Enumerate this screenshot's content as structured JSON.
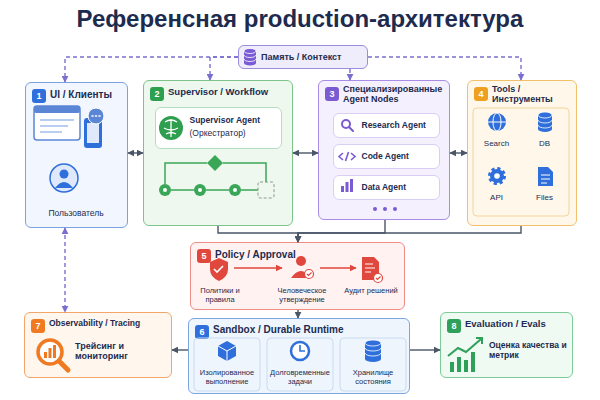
{
  "diagram": {
    "title": "Референсная production-архитектура",
    "nodes": [
      {
        "text": [
          "Память / Контекст"
        ]
      },
      {
        "text": [
          "1",
          "UI / Клиенты",
          "Пользователь"
        ]
      },
      {
        "text": [
          "2",
          "Supervisor / Workflow"
        ]
      },
      {
        "text": [
          "Supervisor Agent",
          "(Оркестратор)"
        ],
        "in": 2
      },
      {
        "text": [
          "3",
          "Специализированные Agent Nodes"
        ]
      },
      {
        "text": [
          "Research Agent"
        ],
        "in": 4
      },
      {
        "text": [
          "Code Agent"
        ],
        "in": 4
      },
      {
        "text": [
          "Data Agent"
        ],
        "in": 4
      },
      {
        "text": [
          "4",
          "Tools / Инструменты",
          "Search",
          "DB",
          "API",
          "Files"
        ]
      },
      {
        "text": [
          "5",
          "Policy / Approval",
          "Политики и правила",
          "Человеческое утверждение",
          "Аудит решений"
        ]
      },
      {
        "text": [
          "7",
          "Observability / Tracing",
          "Трейсинг и мониторинг"
        ]
      },
      {
        "text": [
          "6",
          "Sandbox / Durable Runtime",
          "Изолированное выполнение",
          "Долговременные задачи",
          "Хранилище состояния"
        ]
      },
      {
        "text": [
          "8",
          "Evaluation / Evals",
          "Оценка качества и метрик"
        ]
      }
    ],
    "edges": [
      {
        "from": 1,
        "to": 2,
        "arrow": "both"
      },
      {
        "from": 2,
        "to": 4,
        "arrow": "both"
      },
      {
        "from": 4,
        "to": 8,
        "arrow": "both"
      },
      {
        "from": 0,
        "to": 1,
        "arrow": "to"
      },
      {
        "from": 0,
        "to": 2,
        "arrow": "to"
      },
      {
        "from": 0,
        "to": 4,
        "arrow": "to"
      },
      {
        "from": 0,
        "to": 8,
        "arrow": "to"
      },
      {
        "from": 2,
        "to": 9,
        "arrow": "to"
      },
      {
        "from": 4,
        "to": 9,
        "arrow": "to"
      },
      {
        "from": 8,
        "to": 9,
        "arrow": "to"
      },
      {
        "from": 9,
        "to": 11,
        "arrow": "to"
      },
      {
        "from": 11,
        "to": 10,
        "arrow": "to"
      },
      {
        "from": 11,
        "to": 12,
        "arrow": "to"
      },
      {
        "from": 1,
        "to": 10,
        "arrow": "both"
      }
    ]
  }
}
